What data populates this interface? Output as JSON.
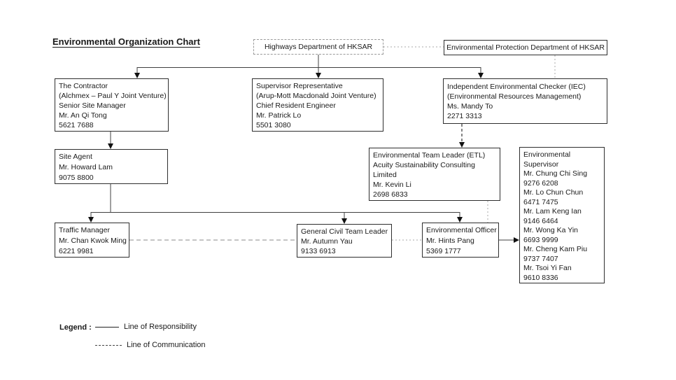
{
  "title": "Environmental Organization Chart",
  "boxes": {
    "highways": {
      "lines": [
        "Highways Department of HKSAR"
      ]
    },
    "epd": {
      "lines": [
        "Environmental Protection Department of HKSAR"
      ]
    },
    "contractor": {
      "lines": [
        "The Contractor",
        "(Alchmex – Paul Y Joint Venture)",
        "Senior Site Manager",
        "Mr. An Qi Tong",
        "5621 7688"
      ]
    },
    "supervisor_rep": {
      "lines": [
        "Supervisor Representative",
        "(Arup-Mott Macdonald Joint Venture)",
        "Chief Resident Engineer",
        "Mr. Patrick Lo",
        "5501 3080"
      ]
    },
    "iec": {
      "lines": [
        "Independent Environmental Checker (IEC)",
        "(Environmental Resources Management)",
        "Ms. Mandy To",
        "2271 3313"
      ]
    },
    "site_agent": {
      "lines": [
        "Site Agent",
        "Mr. Howard Lam",
        "9075 8800"
      ]
    },
    "etl": {
      "lines": [
        "Environmental Team Leader (ETL)",
        "Acuity Sustainability Consulting",
        "Limited",
        "Mr. Kevin Li",
        "2698 6833"
      ]
    },
    "env_supervisor": {
      "lines": [
        "Environmental",
        "Supervisor",
        "Mr. Chung Chi Sing",
        "9276 6208",
        "Mr. Lo Chun Chun",
        "6471 7475",
        "Mr. Lam Keng Ian",
        "9146 6464",
        "Mr. Wong Ka Yin",
        "6693 9999",
        "Mr. Cheng Kam Piu",
        "9737 7407",
        "Mr. Tsoi Yi Fan",
        "9610 8336"
      ]
    },
    "traffic_manager": {
      "lines": [
        "Traffic Manager",
        "Mr. Chan Kwok Ming",
        "6221 9981"
      ]
    },
    "general_civil": {
      "lines": [
        "General Civil Team Leader",
        "Mr. Autumn Yau",
        "9133 6913"
      ]
    },
    "env_officer": {
      "lines": [
        "Environmental Officer",
        "Mr. Hints Pang",
        "5369 1777"
      ]
    }
  },
  "legend": {
    "label": "Legend :",
    "items": [
      {
        "style": "solid",
        "label": "Line of Responsibility"
      },
      {
        "style": "dashed",
        "label": "Line of Communication"
      }
    ]
  },
  "colors": {
    "responsibility_line": "#404040",
    "communication_line": "#999999",
    "text": "#1a1a1a",
    "background": "#ffffff"
  }
}
